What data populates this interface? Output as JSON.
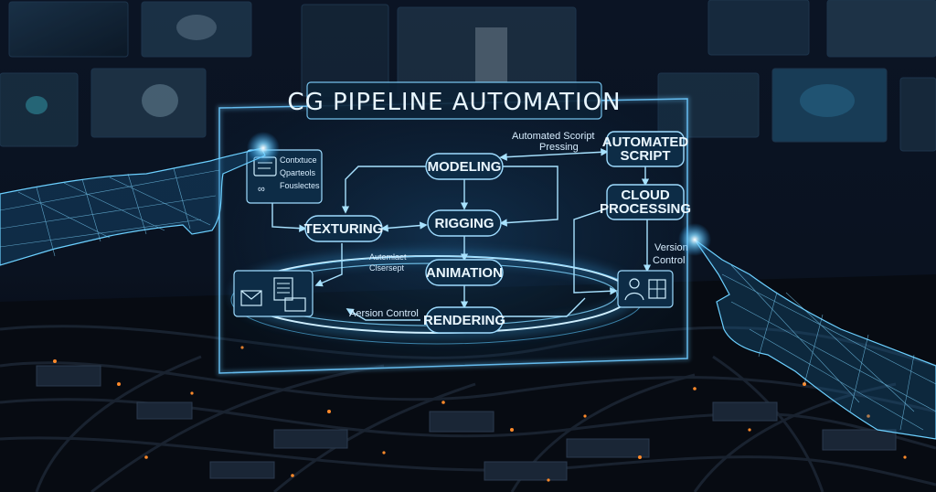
{
  "title": "CG PIPELINE AUTOMATION",
  "nodes": {
    "modeling": "MODELING",
    "rigging": "RIGGING",
    "texturing": "TEXTURING",
    "animation": "ANIMATION",
    "rendering": "RENDERING",
    "automated_script_1": "AUTOMATED",
    "automated_script_2": "SCRIPT",
    "cloud_processing_1": "CLOUD",
    "cloud_processing_2": "PROCESSING"
  },
  "annotations": {
    "top_1": "Automated Scoript",
    "top_2": "Pressing",
    "mid_1": "Autemlaet",
    "mid_2": "Clsersept",
    "bottom": "Aersion Control",
    "right_1": "Version",
    "right_2": "Control",
    "card_1": "Contxtuce",
    "card_2": "Qparteols",
    "card_3": "Fouslectes"
  },
  "colors": {
    "glow": "#5cc8ff",
    "panel_bg": "#0b2a45",
    "node_stroke": "#9fdcff",
    "ember": "#ff8a2a"
  }
}
